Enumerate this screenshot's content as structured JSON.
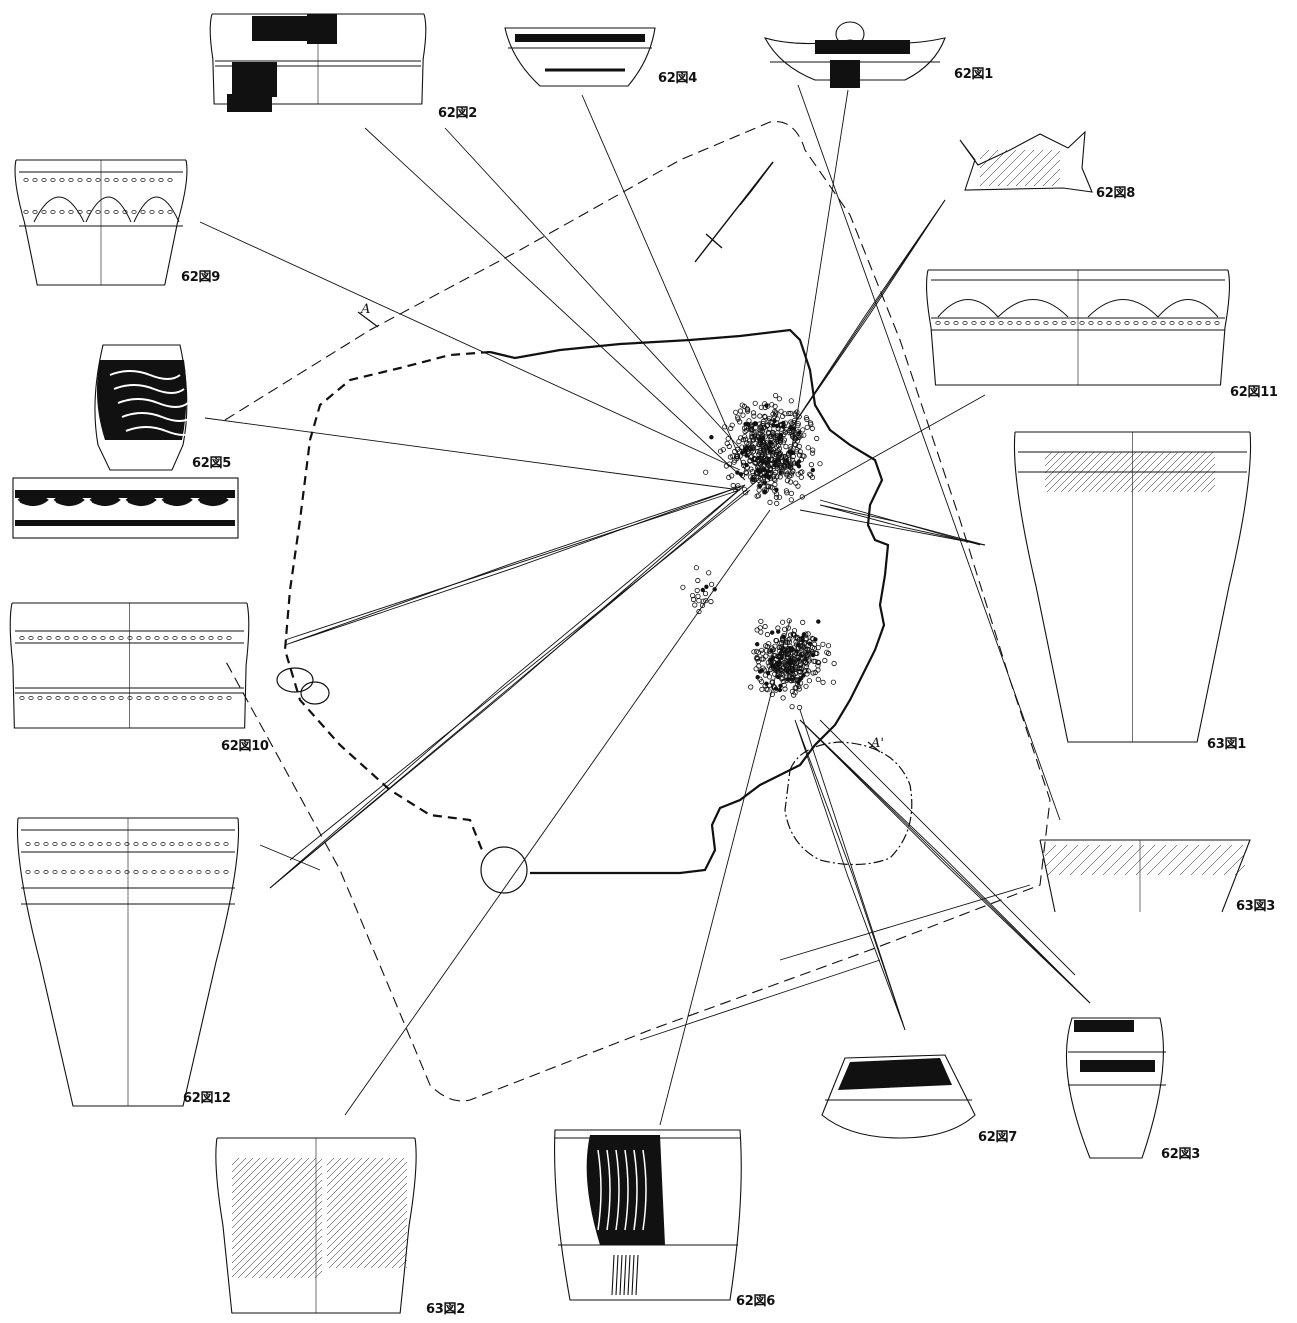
{
  "figure_labels": {
    "f62_1": "62図1",
    "f62_2": "62図2",
    "f62_3": "62図3",
    "f62_4": "62図4",
    "f62_5": "62図5",
    "f62_6": "62図6",
    "f62_7": "62図7",
    "f62_8": "62図8",
    "f62_9": "62図9",
    "f62_10": "62図10",
    "f62_11": "62図11",
    "f62_12": "62図12",
    "f63_1": "63図1",
    "f63_2": "63図2",
    "f63_3": "63図3"
  },
  "section_labels": {
    "a": "A",
    "a_prime": "A'"
  },
  "colors": {
    "ink": "#111111",
    "paper": "#ffffff"
  },
  "icons": {
    "north": "north-arrow-icon"
  }
}
